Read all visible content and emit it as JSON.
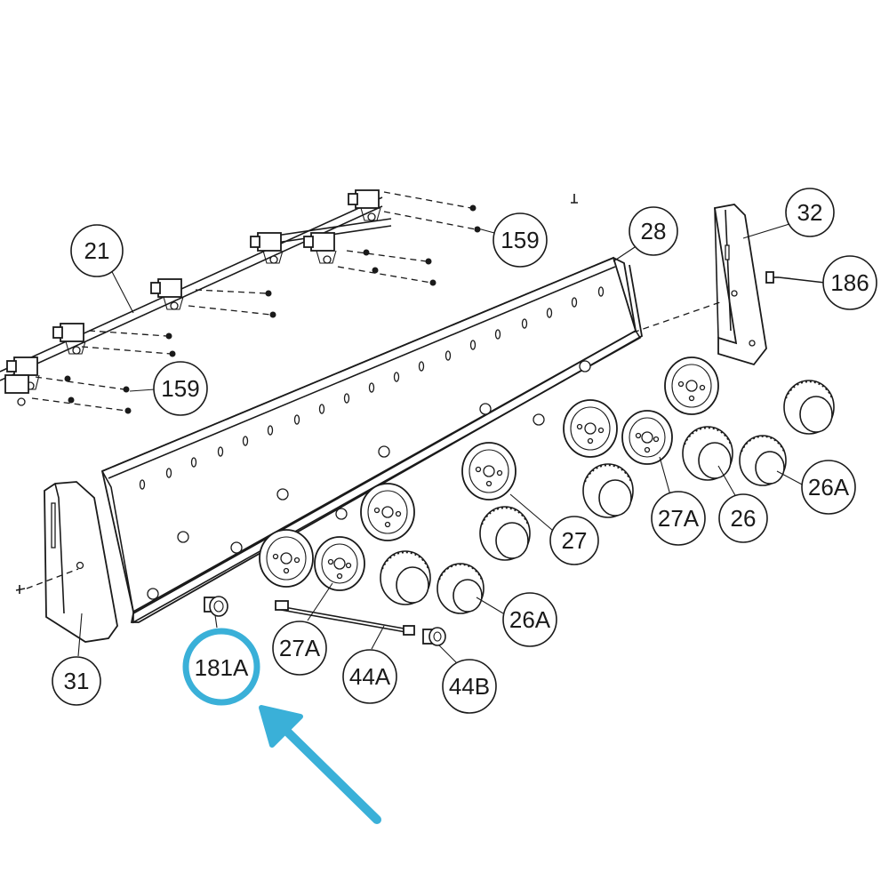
{
  "diagram": {
    "highlight_color": "#3ab0d8",
    "callouts": [
      {
        "id": "c-21",
        "label": "21"
      },
      {
        "id": "c-159-top",
        "label": "159"
      },
      {
        "id": "c-159-left",
        "label": "159"
      },
      {
        "id": "c-28",
        "label": "28"
      },
      {
        "id": "c-32",
        "label": "32"
      },
      {
        "id": "c-186",
        "label": "186"
      },
      {
        "id": "c-26a-right",
        "label": "26A"
      },
      {
        "id": "c-26",
        "label": "26"
      },
      {
        "id": "c-27a-right",
        "label": "27A"
      },
      {
        "id": "c-27",
        "label": "27"
      },
      {
        "id": "c-26a-mid",
        "label": "26A"
      },
      {
        "id": "c-27a-left",
        "label": "27A"
      },
      {
        "id": "c-44a",
        "label": "44A"
      },
      {
        "id": "c-44b",
        "label": "44B"
      },
      {
        "id": "c-31",
        "label": "31"
      },
      {
        "id": "c-181a",
        "label": "181A"
      }
    ],
    "highlighted_part": "181A"
  }
}
